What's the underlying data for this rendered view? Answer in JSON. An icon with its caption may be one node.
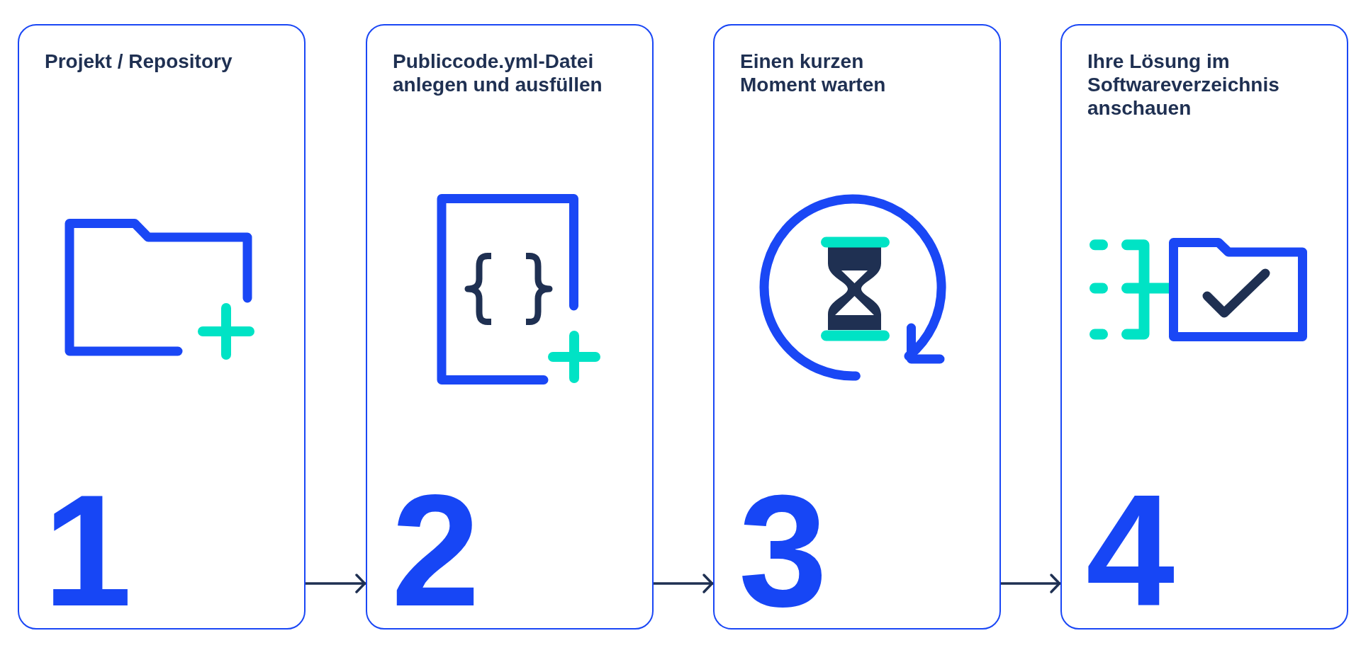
{
  "diagram": {
    "nodes": [
      {
        "text": [
          "Projekt / Repository",
          "1"
        ]
      },
      {
        "text": [
          "Publiccode.yml-Datei anlegen und ausfüllen",
          "2"
        ]
      },
      {
        "text": [
          "Einen kurzen Moment warten",
          "3"
        ]
      },
      {
        "text": [
          "Ihre Lösung im Softwareverzeichnis anschauen",
          "4"
        ]
      }
    ],
    "edges": [
      {
        "from": 0,
        "to": 1,
        "arrow": "to"
      },
      {
        "from": 1,
        "to": 2,
        "arrow": "to"
      },
      {
        "from": 2,
        "to": 3,
        "arrow": "to"
      }
    ]
  }
}
